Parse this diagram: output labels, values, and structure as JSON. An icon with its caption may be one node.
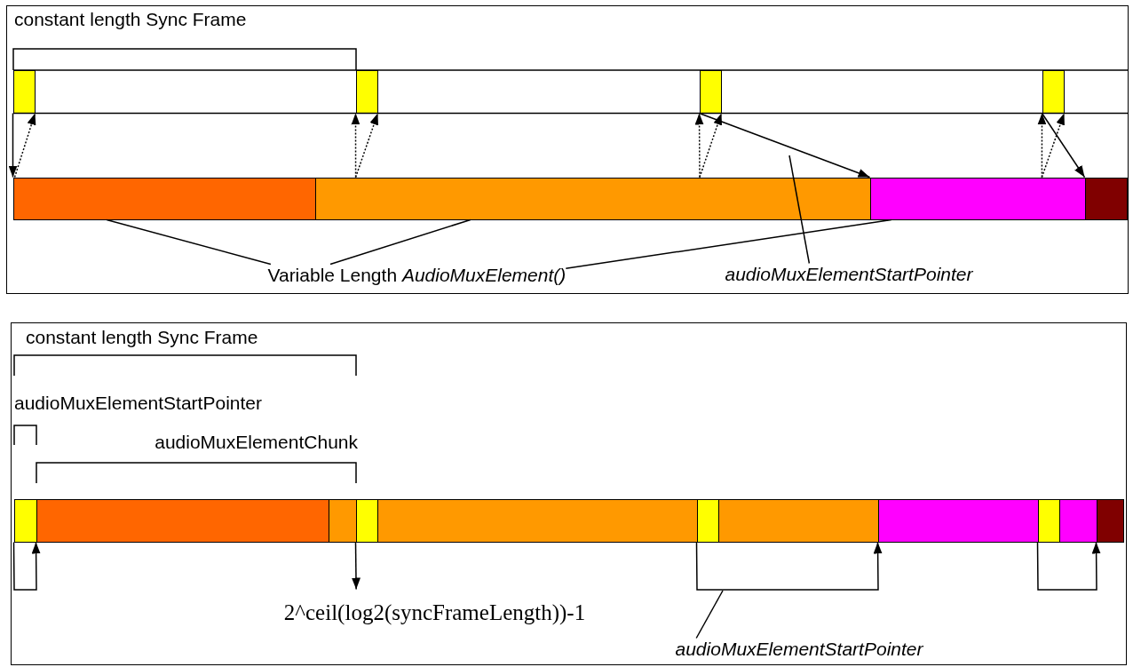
{
  "diagram": {
    "nodes": [
      {
        "text": [
          "constant length Sync Frame"
        ]
      },
      {
        "text": [],
        "shape": "box",
        "in": 0
      },
      {
        "text": [],
        "shape": "box",
        "in": 0
      },
      {
        "text": [],
        "shape": "box",
        "in": 0
      },
      {
        "text": [],
        "shape": "box",
        "in": 0
      },
      {
        "text": [],
        "shape": "bar",
        "in": 0
      },
      {
        "text": [],
        "shape": "bar",
        "in": 0
      },
      {
        "text": [],
        "shape": "bar",
        "in": 0
      },
      {
        "text": [],
        "shape": "bar",
        "in": 0
      },
      {
        "text": [
          "Variable Length *AudioMuxElement()*"
        ],
        "in": 0
      },
      {
        "text": [
          "audioMuxElementStartPointer"
        ],
        "in": 0
      },
      {
        "text": [
          "constant length Sync Frame"
        ]
      },
      {
        "text": [],
        "shape": "box",
        "in": 11
      },
      {
        "text": [],
        "shape": "bar",
        "in": 11
      },
      {
        "text": [],
        "shape": "bar",
        "in": 11
      },
      {
        "text": [],
        "shape": "box",
        "in": 11
      },
      {
        "text": [],
        "shape": "bar",
        "in": 11
      },
      {
        "text": [],
        "shape": "box",
        "in": 11
      },
      {
        "text": [],
        "shape": "bar",
        "in": 11
      },
      {
        "text": [],
        "shape": "bar",
        "in": 11
      },
      {
        "text": [],
        "shape": "box",
        "in": 11
      },
      {
        "text": [],
        "shape": "bar",
        "in": 11
      },
      {
        "text": [],
        "shape": "bar",
        "in": 11
      },
      {
        "text": [
          "2^ceil(log2(syncFrameLength))-1"
        ],
        "in": 11
      },
      {
        "text": [
          "audioMuxElementStartPointer"
        ],
        "in": 11
      }
    ],
    "edges": [
      {
        "from": 1,
        "to": 5,
        "arrow": "to"
      },
      {
        "from": 5,
        "to": 1,
        "arrow": "to",
        "style": "dashed"
      },
      {
        "from": 6,
        "to": 2,
        "arrow": "to",
        "style": "dashed"
      },
      {
        "from": 6,
        "to": 2,
        "arrow": "to",
        "style": "dashed"
      },
      {
        "from": 6,
        "to": 3,
        "arrow": "to",
        "style": "dashed"
      },
      {
        "from": 6,
        "to": 3,
        "arrow": "to",
        "style": "dashed"
      },
      {
        "from": 3,
        "to": 7,
        "arrow": "to"
      },
      {
        "from": 7,
        "to": 4,
        "arrow": "to",
        "style": "dashed"
      },
      {
        "from": 7,
        "to": 4,
        "arrow": "to",
        "style": "dashed"
      },
      {
        "from": 4,
        "to": 8,
        "arrow": "to"
      },
      {
        "from": 9,
        "to": 5,
        "arrow": "none"
      },
      {
        "from": 9,
        "to": 6,
        "arrow": "none"
      },
      {
        "from": 9,
        "to": 7,
        "arrow": "none"
      },
      {
        "from": 10,
        "to": null,
        "arrow": "none"
      },
      {
        "from": 12,
        "to": 13,
        "arrow": "to"
      },
      {
        "from": 15,
        "to": 23,
        "arrow": "to"
      },
      {
        "from": 17,
        "to": 19,
        "arrow": "to"
      },
      {
        "from": 20,
        "to": 22,
        "arrow": "to"
      },
      {
        "from": 24,
        "to": null,
        "arrow": "none"
      }
    ],
    "labels": [
      "audioMuxElementStartPointer",
      "audioMuxElementChunk"
    ]
  }
}
